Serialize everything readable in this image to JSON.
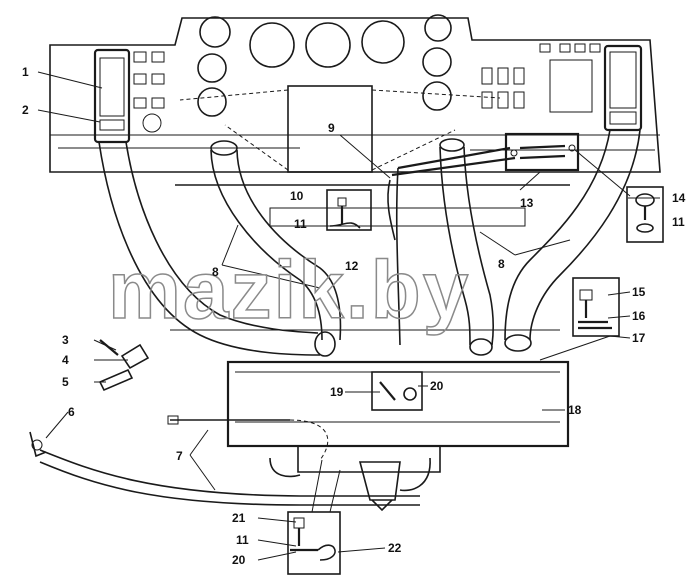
{
  "watermark": "mazik.by",
  "callouts": {
    "c1": "1",
    "c2": "2",
    "c3": "3",
    "c4": "4",
    "c5": "5",
    "c6": "6",
    "c7": "7",
    "c8a": "8",
    "c8b": "8",
    "c9": "9",
    "c10": "10",
    "c11a": "11",
    "c11b": "11",
    "c11c": "11",
    "c12": "12",
    "c13": "13",
    "c14": "14",
    "c15": "15",
    "c16": "16",
    "c17": "17",
    "c18": "18",
    "c19": "19",
    "c20a": "20",
    "c20b": "20",
    "c21": "21",
    "c22": "22"
  }
}
